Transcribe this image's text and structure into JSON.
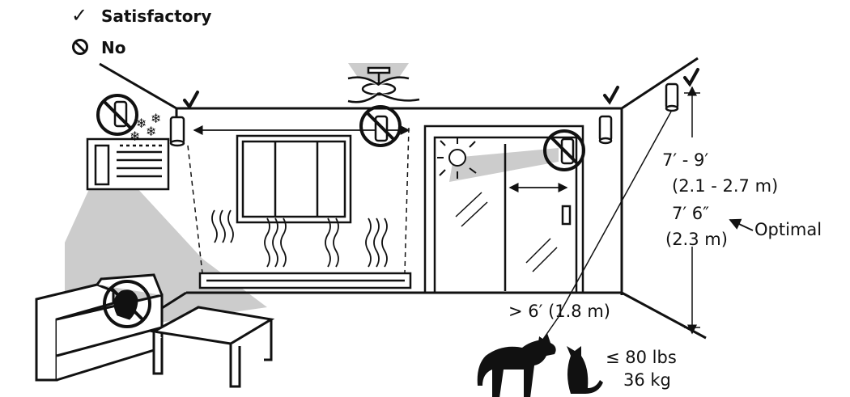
{
  "legend": {
    "satisfactory_symbol": "✓",
    "satisfactory_label": "Satisfactory",
    "no_symbol": "⃠",
    "no_label": "No"
  },
  "measurements": {
    "range_imperial": "7′ - 9′",
    "range_metric": "(2.1 - 2.7 m)",
    "optimal_imperial": "7′ 6″",
    "optimal_metric": "(2.3 m)",
    "optimal_label": "Optimal",
    "distance": "> 6′ (1.8 m)",
    "pet_weight_lbs": "≤ 80 lbs",
    "pet_weight_kg": "36 kg"
  },
  "colors": {
    "line": "#111111",
    "zone": "#cccccc",
    "background": "#ffffff"
  }
}
